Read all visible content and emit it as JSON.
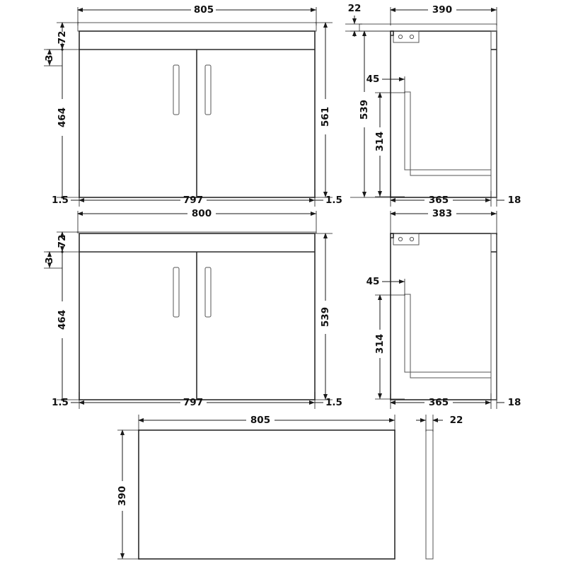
{
  "drawing": {
    "kind": "technical-dimension-drawing",
    "subject": "two-door bathroom vanity unit",
    "units": "mm",
    "line_color": "#2b2b2b",
    "dimension_color": "#1a1a1a",
    "background": "#ffffff"
  },
  "views": {
    "top_left": {
      "name": "wall-hung-unit-front-elevation",
      "dimensions": {
        "overall_width": "805",
        "carcass_width": "797",
        "left_gap": "1.5",
        "right_gap": "1.5",
        "top_offset": "72",
        "top_gap": "3",
        "door_height": "464",
        "overall_height": "561"
      }
    },
    "top_right": {
      "name": "wall-hung-unit-side-elevation",
      "dimensions": {
        "top_thickness": "22",
        "overall_depth": "390",
        "overall_height": "539",
        "shelf_offset": "45",
        "shelf_height": "314",
        "carcass_depth": "365",
        "door_thickness": "18"
      }
    },
    "bottom_left": {
      "name": "floor-standing-unit-front-elevation",
      "dimensions": {
        "overall_width": "800",
        "carcass_width": "797",
        "left_gap": "1.5",
        "right_gap": "1.5",
        "top_offset": "72",
        "top_gap": "3",
        "door_height": "464",
        "overall_height": "539"
      }
    },
    "bottom_right": {
      "name": "floor-standing-unit-side-elevation",
      "dimensions": {
        "overall_depth": "383",
        "shelf_offset": "45",
        "shelf_height": "314",
        "carcass_depth": "365",
        "door_thickness": "18"
      }
    },
    "bottom_center": {
      "name": "worktop-plan-view",
      "dimensions": {
        "width": "805",
        "depth": "390"
      }
    },
    "bottom_right_edge": {
      "name": "worktop-edge-view",
      "dimensions": {
        "thickness": "22"
      }
    }
  }
}
